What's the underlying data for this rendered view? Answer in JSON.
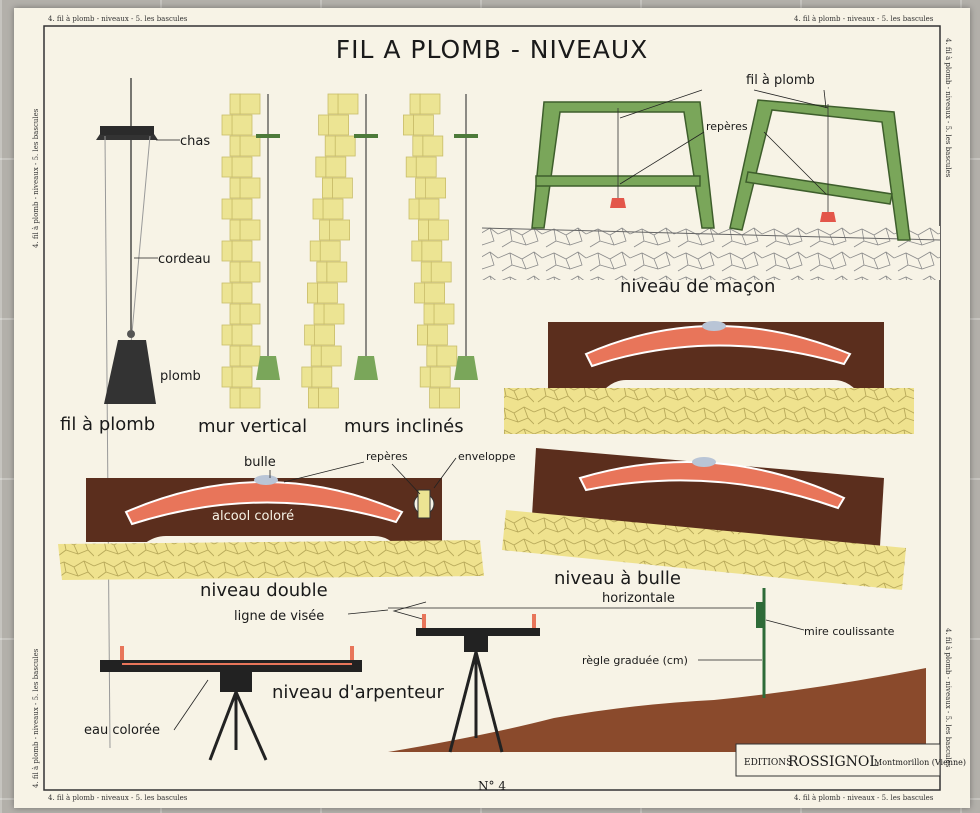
{
  "title": "FIL A PLOMB - NIVEAUX",
  "margin_text": "4. fil à plomb - niveaux - 5. les bascules",
  "plate_number": "N° 4",
  "publisher": {
    "name": "ROSSIGNOL",
    "prefix": "EDITIONS",
    "location": "Montmorillon (Vienne)"
  },
  "sections": {
    "fil_a_plomb": "fil à plomb",
    "mur_vertical": "mur vertical",
    "murs_inclines": "murs inclinés",
    "niveau_macon": "niveau de maçon",
    "niveau_double": "niveau double",
    "niveau_bulle": "niveau à bulle",
    "niveau_arpenteur": "niveau d'arpenteur"
  },
  "labels": {
    "chas": "chas",
    "cordeau": "cordeau",
    "plomb": "plomb",
    "fil_a_plomb": "fil à plomb",
    "reperes_top": "repères",
    "bulle": "bulle",
    "reperes": "repères",
    "enveloppe": "enveloppe",
    "alcool_colore": "alcool coloré",
    "ligne_de_visee": "ligne de visée",
    "horizontale": "horizontale",
    "mire_coulissante": "mire coulissante",
    "regle_graduee": "règle graduée (cm)",
    "eau_coloree": "eau colorée"
  },
  "colors": {
    "paper": "#f7f3e6",
    "brick": "#ece493",
    "green": "#7aa65a",
    "brown": "#5b2e1d",
    "alcohol": "#e8755a",
    "ground": "#8a4a2c",
    "stone": "#efe28e"
  }
}
